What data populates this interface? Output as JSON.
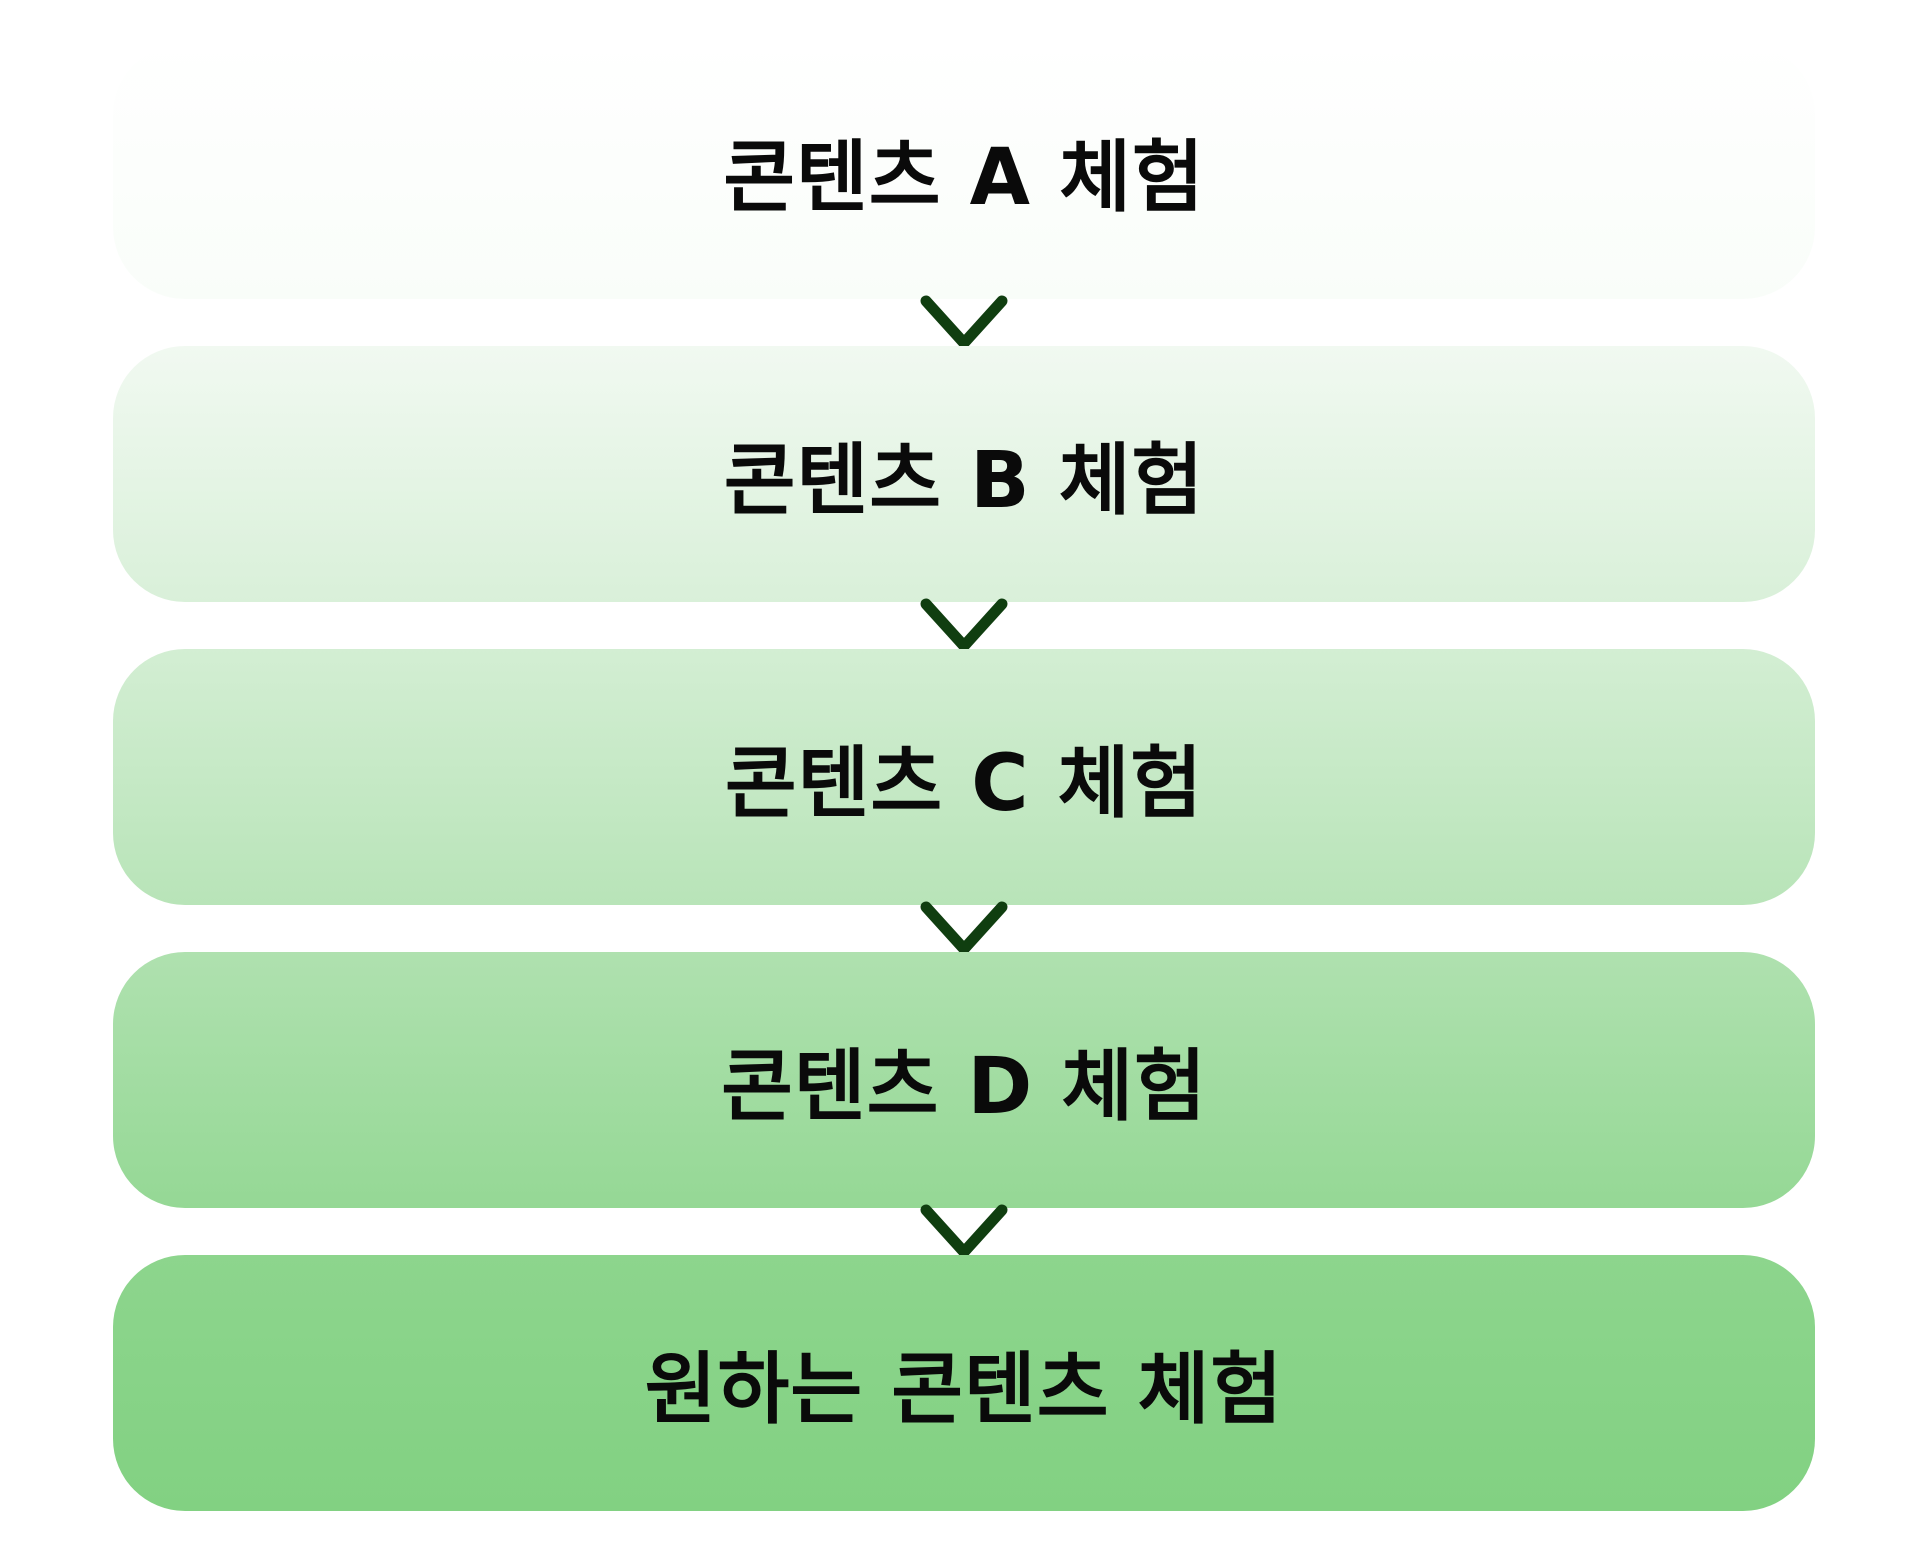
{
  "steps": [
    {
      "label": "콘텐츠 A 체험",
      "gradient_top": "#ffffff",
      "gradient_bottom": "#f9fdf9"
    },
    {
      "label": "콘텐츠 B 체험",
      "gradient_top": "#f1f9f1",
      "gradient_bottom": "#d9f0d9"
    },
    {
      "label": "콘텐츠 C 체험",
      "gradient_top": "#d3eed3",
      "gradient_bottom": "#b8e4b8"
    },
    {
      "label": "콘텐츠 D 체험",
      "gradient_top": "#afe1af",
      "gradient_bottom": "#95d895"
    },
    {
      "label": "원하는 콘텐츠 체험",
      "gradient_top": "#8dd58d",
      "gradient_bottom": "#82d182"
    }
  ],
  "arrow_color": "#103e10"
}
